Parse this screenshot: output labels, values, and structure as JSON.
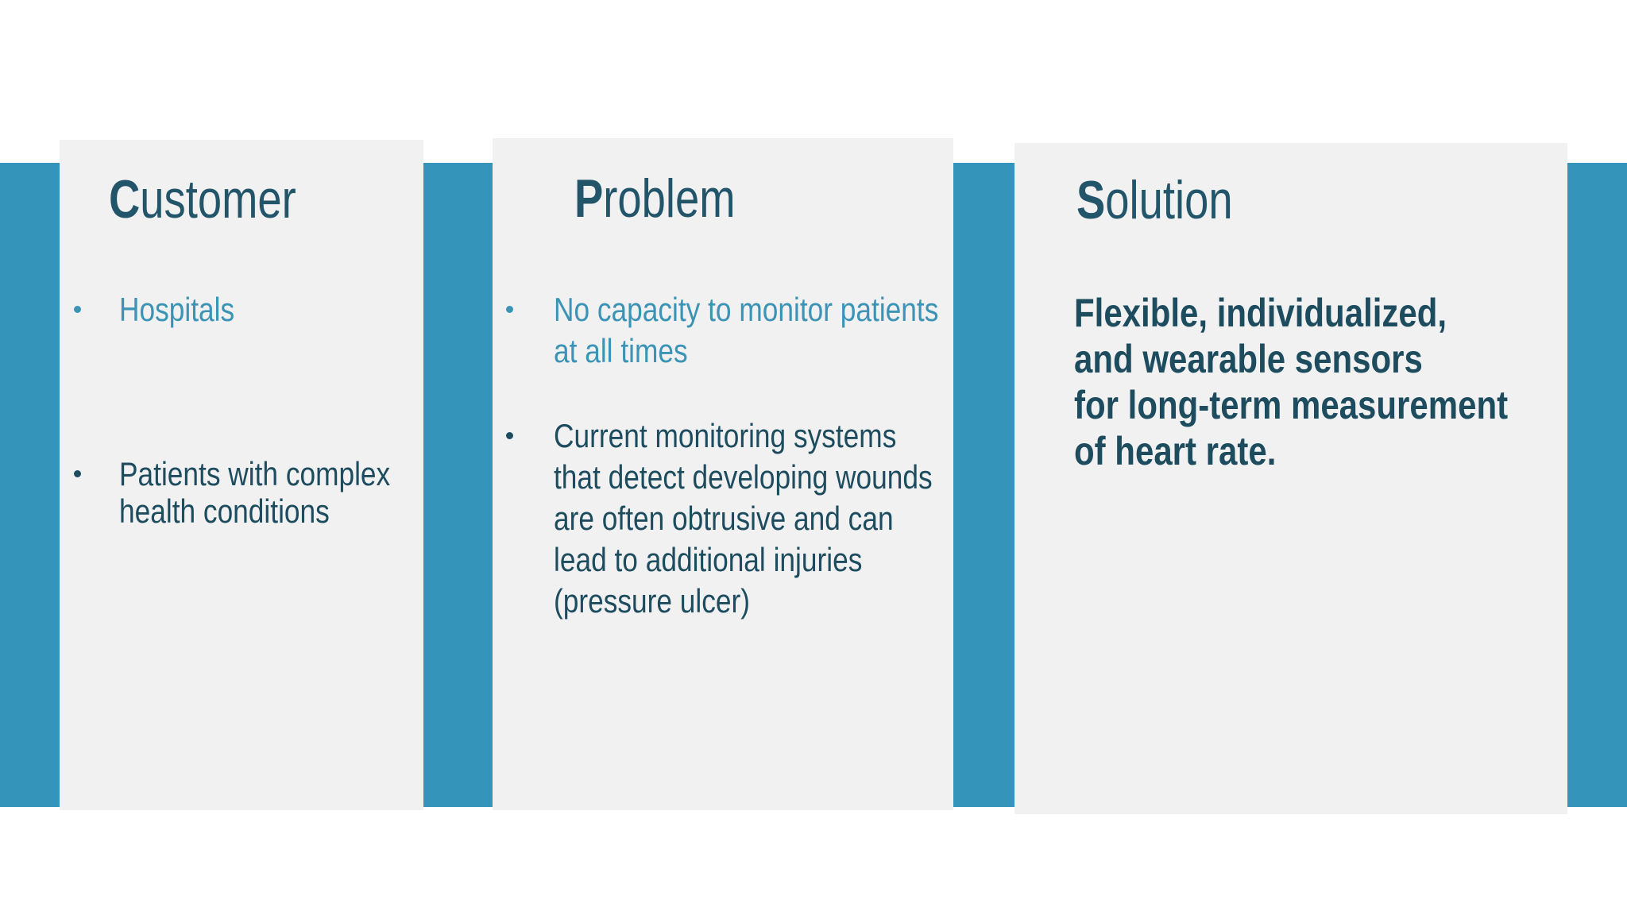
{
  "slide": {
    "colors": {
      "page_bg": "#FFFFFF",
      "band": "#3494BA",
      "card_bg": "#F1F1F2",
      "title_text": "#22556A",
      "dark_text": "#1E4C5F",
      "accent_text": "#3B93B5"
    }
  },
  "cards": [
    {
      "title_first": "C",
      "title_rest": "ustomer",
      "items": [
        {
          "text": "Hospitals",
          "style": "accent"
        },
        {
          "text": "Patients with complex\nhealth conditions",
          "style": "dark"
        }
      ]
    },
    {
      "title_first": "P",
      "title_rest": "roblem",
      "items": [
        {
          "text": "No capacity to monitor patients\nat all times",
          "style": "accent"
        },
        {
          "text": "Current monitoring systems\nthat detect developing wounds\nare often obtrusive and can\nlead to additional injuries\n(pressure ulcer)",
          "style": "dark"
        }
      ]
    },
    {
      "title_first": "S",
      "title_rest": "olution",
      "body": "Flexible, individualized,\nand wearable sensors\nfor long-term measurement\nof heart rate."
    }
  ]
}
